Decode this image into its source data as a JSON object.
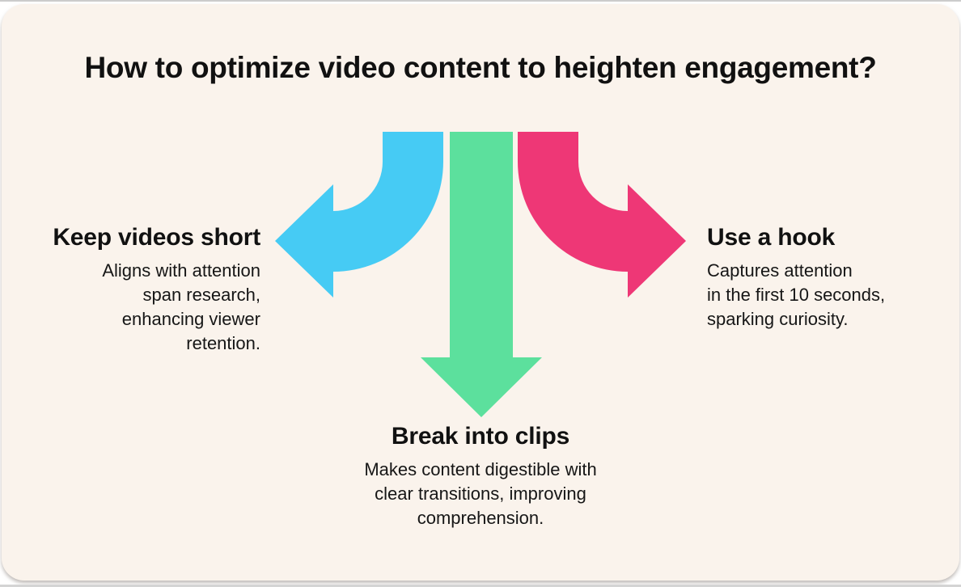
{
  "infographic": {
    "title": "How to optimize video content to heighten engagement?",
    "items": [
      {
        "id": "keep-videos-short",
        "heading": "Keep videos short",
        "description": "Aligns with attention\nspan research,\nenhancing viewer\nretention.",
        "arrow_direction": "left",
        "arrow_color": "#46CBF4"
      },
      {
        "id": "break-into-clips",
        "heading": "Break into clips",
        "description": "Makes content digestible with\nclear transitions, improving\ncomprehension.",
        "arrow_direction": "down",
        "arrow_color": "#5CE09D"
      },
      {
        "id": "use-a-hook",
        "heading": "Use a hook",
        "description": "Captures attention\nin the first 10 seconds,\nsparking curiosity.",
        "arrow_direction": "right",
        "arrow_color": "#EE3776"
      }
    ],
    "colors": {
      "card_background": "#FAF3EC",
      "page_background": "#FFFFFF",
      "text": "#111111"
    }
  }
}
